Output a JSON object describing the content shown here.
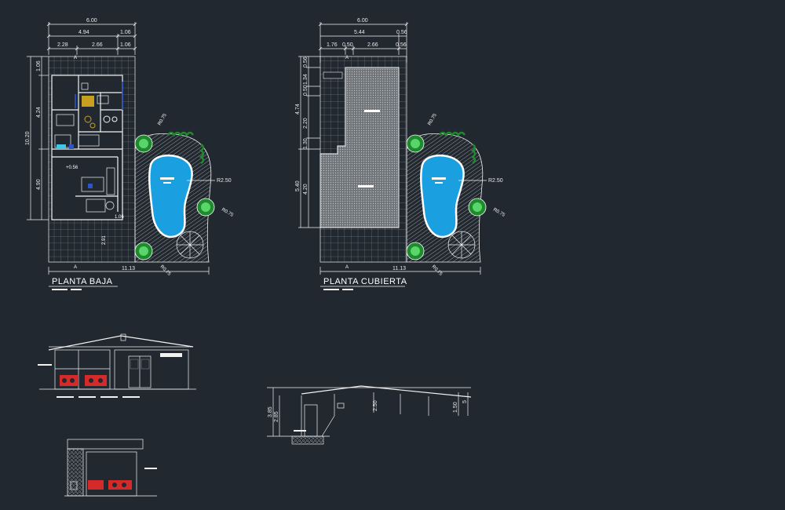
{
  "colors": {
    "background": "#212830",
    "line": "#f2f2f2",
    "pool_water": "#1a9fe0",
    "vegetation": "#1f8a2e",
    "vegetation_light": "#59d66a",
    "red_elements": "#d42a2a",
    "furniture_yellow": "#c8a020",
    "glass_cyan": "#43c6e6",
    "door_blue": "#2a55c8"
  },
  "plan_planta_baja": {
    "title": "PLANTA BAJA",
    "dims_top": {
      "total": "6.00",
      "a": "4.94",
      "b": "1.06",
      "c": "2.28",
      "d": "2.66",
      "e": "1.06"
    },
    "dims_left": {
      "total": "10.20",
      "a": "1.06",
      "b": "4.24",
      "c": "4.90"
    },
    "dim_bottom": "11.13",
    "level": "+0.56",
    "inner_dims": {
      "a": "1.06",
      "b": "2.91"
    },
    "pool_radius": "R2.50",
    "tree_radius_1": "R0.75",
    "tree_radius_2": "R0.75",
    "tree_radius_3": "R0.75",
    "section_mark_top": "A",
    "section_mark_bottom": "A"
  },
  "plan_planta_cubierta": {
    "title": "PLANTA CUBIERTA",
    "dims_top": {
      "total": "6.00",
      "a": "5.44",
      "b": "0.56",
      "c": "1.76",
      "d": "0.50",
      "e": "2.66",
      "f": "0.56"
    },
    "dims_left": {
      "total_a": "4.74",
      "total_b": "5.40",
      "a": "0.56",
      "b": "1.34",
      "c": "0.50",
      "d": "2.20",
      "e": "1.30",
      "f": "4.20"
    },
    "dim_bottom": "11.13",
    "pool_radius": "R2.50",
    "tree_radius_1": "R0.75",
    "tree_radius_2": "R0.75",
    "tree_radius_3": "R0.75",
    "section_mark_top": "A",
    "section_mark_bottom": "A"
  },
  "section_a": {
    "dims": {
      "h_total": "3.85",
      "h_inner": "2.85",
      "h_right": "1.50",
      "h_right2": "2.50",
      "h_right_small": "5"
    }
  }
}
